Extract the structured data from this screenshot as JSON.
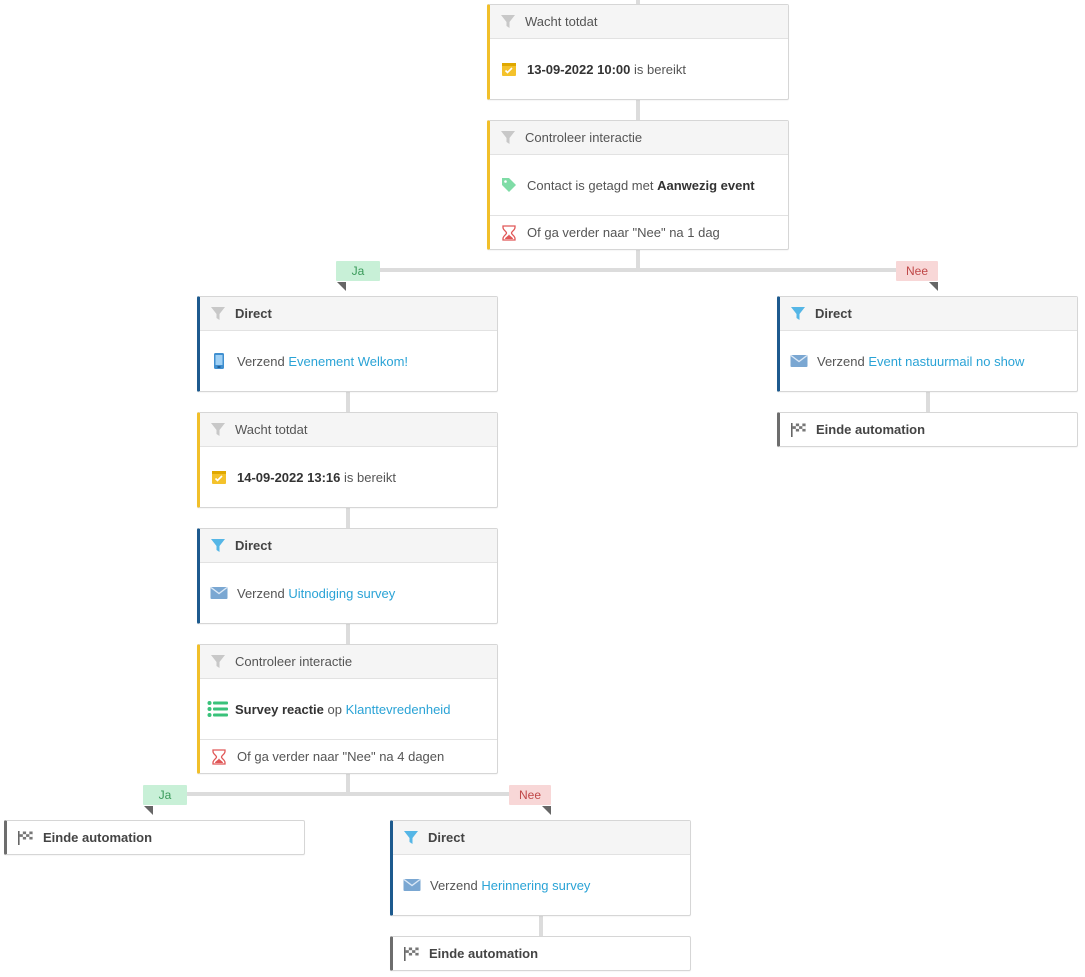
{
  "nodes": {
    "wait1": {
      "title": "Wacht totdat",
      "date": "13-09-2022 10:00",
      "suffix": "is bereikt"
    },
    "check1": {
      "title": "Controleer interactie",
      "prefix": "Contact is getagd met",
      "tag": "Aanwezig event",
      "fallback": "Of ga verder naar \"Nee\" na 1 dag"
    },
    "direct_left": {
      "title": "Direct",
      "prefix": "Verzend",
      "link": "Evenement Welkom!"
    },
    "wait2": {
      "title": "Wacht totdat",
      "date": "14-09-2022 13:16",
      "suffix": "is bereikt"
    },
    "direct_survey": {
      "title": "Direct",
      "prefix": "Verzend",
      "link": "Uitnodiging survey"
    },
    "check2": {
      "title": "Controleer interactie",
      "bold": "Survey reactie",
      "mid": "op",
      "link": "Klanttevredenheid",
      "fallback": "Of ga verder naar \"Nee\" na 4 dagen"
    },
    "direct_right": {
      "title": "Direct",
      "prefix": "Verzend",
      "link": "Event nastuurmail no show"
    },
    "direct_reminder": {
      "title": "Direct",
      "prefix": "Verzend",
      "link": "Herinnering survey"
    },
    "end_label": "Einde automation"
  },
  "branches": {
    "yes": "Ja",
    "no": "Nee"
  },
  "colors": {
    "condition_accent": "#f1bf2a",
    "action_accent": "#1d5a8e",
    "end_accent": "#6d6d6d",
    "link": "#2aa3d6",
    "yes_bg": "#c8f0d7",
    "no_bg": "#f8d7d7"
  },
  "icons": {
    "filter_grey": "filter-icon",
    "filter_blue": "filter-icon",
    "calendar": "calendar-check-icon",
    "tag": "tag-icon",
    "hourglass": "hourglass-icon",
    "phone": "mobile-phone-icon",
    "envelope": "envelope-icon",
    "survey": "survey-list-icon",
    "flag": "checkered-flag-icon"
  }
}
